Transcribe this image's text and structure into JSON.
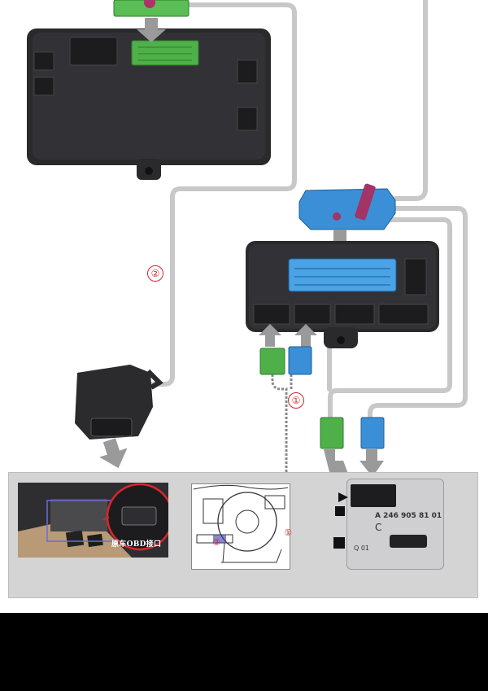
{
  "markers": {
    "cable_2": "②",
    "cable_1": "①",
    "dash_1": "①",
    "dash_2": "②"
  },
  "obd_photo": {
    "caption": "原车OBD接口"
  },
  "ignition_module": {
    "part_number": "A 246 905 81 01",
    "variant": "C",
    "code": "Q 01"
  },
  "colors": {
    "cable": "#c8c8c8",
    "module_body": "#2a2a2d",
    "green_connector": "#4fb04a",
    "blue_connector": "#3b8fd6",
    "arrow": "#9a9a9a",
    "marker_red": "#d8262d"
  }
}
